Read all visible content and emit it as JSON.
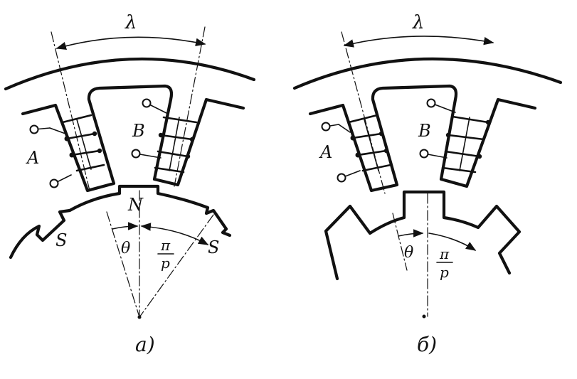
{
  "diagram": {
    "left": {
      "lambda": "λ",
      "winding_a": "A",
      "winding_b": "B",
      "pole_n": "N",
      "pole_s_left": "S",
      "pole_s_right": "S",
      "theta": "θ",
      "pi": "π",
      "p": "p",
      "caption": "a)"
    },
    "right": {
      "lambda": "λ",
      "winding_a": "A",
      "winding_b": "B",
      "theta": "θ",
      "pi": "π",
      "p": "p",
      "caption": "б)"
    }
  }
}
